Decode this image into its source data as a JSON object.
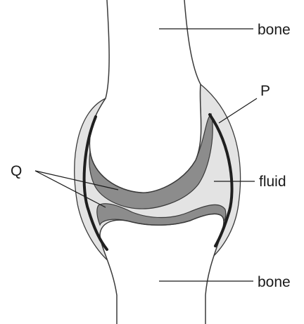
{
  "labels": {
    "bone_top": "bone",
    "p": "P",
    "q": "Q",
    "fluid": "fluid",
    "bone_bottom": "bone"
  },
  "colors": {
    "outline": "#3a3a3a",
    "capsule": "#e3e3e3",
    "cartilage": "#8c8c8c",
    "ligament": "#1f1f1f",
    "line": "#1a1a1a"
  }
}
